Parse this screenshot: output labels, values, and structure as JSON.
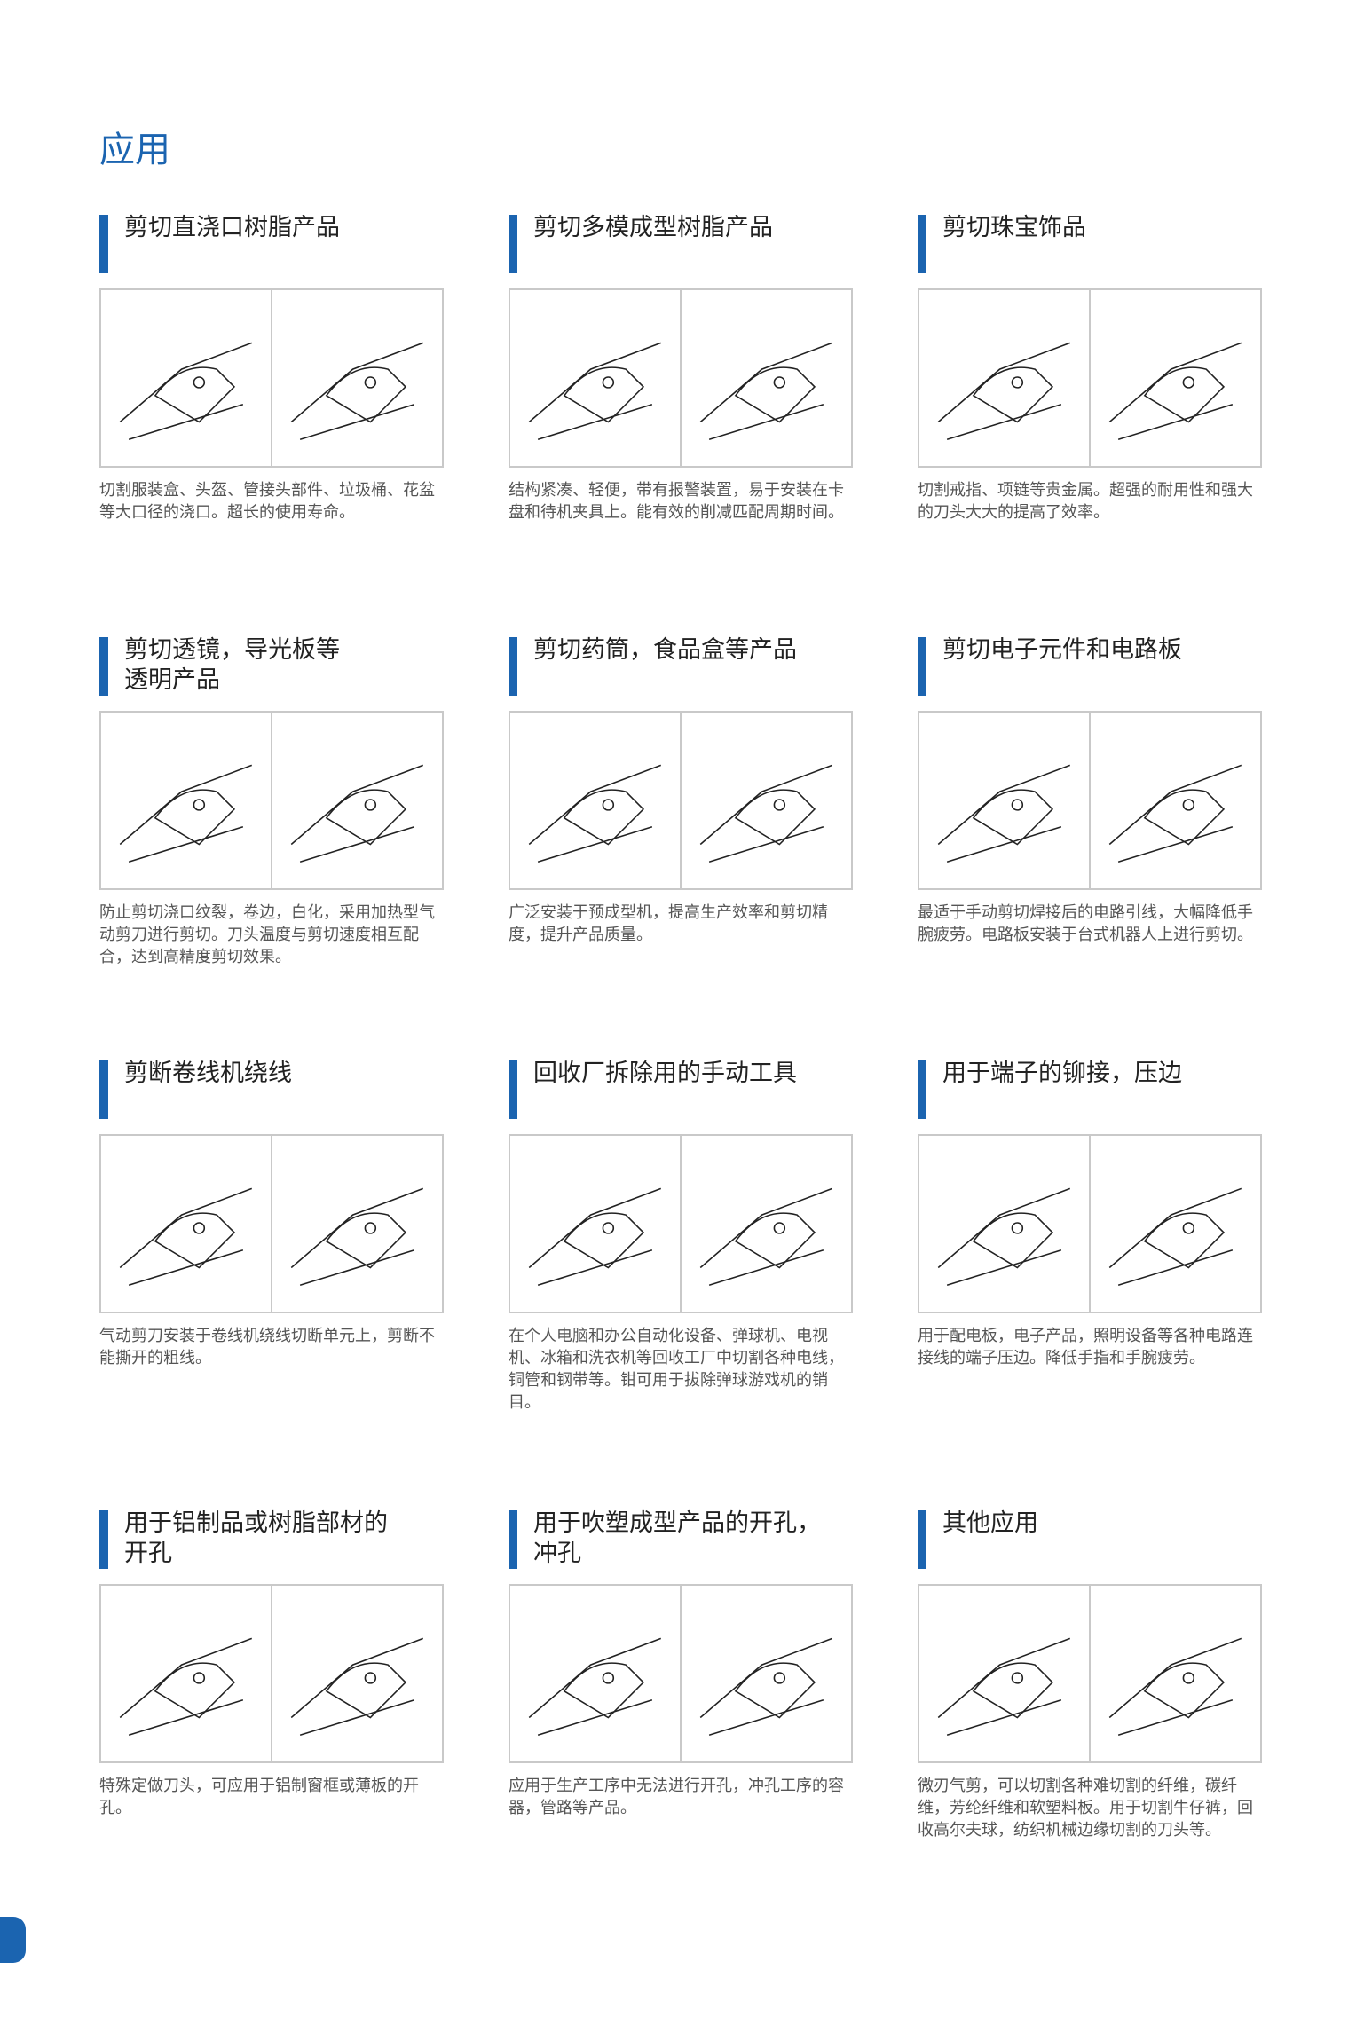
{
  "page_title": "应用",
  "cards": [
    {
      "title": "剪切直浇口树脂产品",
      "desc": "切割服装盒、头盔、管接头部件、垃圾桶、花盆等大口径的浇口。超长的使用寿命。"
    },
    {
      "title": "剪切多模成型树脂产品",
      "desc": "结构紧凑、轻便，带有报警装置，易于安装在卡盘和待机夹具上。能有效的削减匹配周期时间。"
    },
    {
      "title": "剪切珠宝饰品",
      "desc": "切割戒指、项链等贵金属。超强的耐用性和强大的刀头大大的提高了效率。"
    },
    {
      "title": "剪切透镜，导光板等\n透明产品",
      "desc": "防止剪切浇口纹裂，卷边，白化，采用加热型气动剪刀进行剪切。刀头温度与剪切速度相互配合，达到高精度剪切效果。"
    },
    {
      "title": "剪切药筒，食品盒等产品",
      "desc": "广泛安装于预成型机，提高生产效率和剪切精度，提升产品质量。"
    },
    {
      "title": "剪切电子元件和电路板",
      "desc": "最适于手动剪切焊接后的电路引线，大幅降低手腕疲劳。电路板安装于台式机器人上进行剪切。"
    },
    {
      "title": "剪断卷线机绕线",
      "desc": "气动剪刀安装于卷线机绕线切断单元上，剪断不能撕开的粗线。"
    },
    {
      "title": "回收厂拆除用的手动工具",
      "desc": "在个人电脑和办公自动化设备、弹球机、电视机、冰箱和洗衣机等回收工厂中切割各种电线，铜管和钢带等。钳可用于拔除弹球游戏机的销目。"
    },
    {
      "title": "用于端子的铆接，压边",
      "desc": "用于配电板，电子产品，照明设备等各种电路连接线的端子压边。降低手指和手腕疲劳。"
    },
    {
      "title": "用于铝制品或树脂部材的\n开孔",
      "desc": "特殊定做刀头，可应用于铝制窗框或薄板的开孔。"
    },
    {
      "title": "用于吹塑成型产品的开孔，\n冲孔",
      "desc": "应用于生产工序中无法进行开孔，冲孔工序的容器，管路等产品。"
    },
    {
      "title": "其他应用",
      "desc": "微刃气剪，可以切割各种难切割的纤维，碳纤维，芳纶纤维和软塑料板。用于切割牛仔裤，回收高尔夫球，纺织机械边缘切割的刀头等。"
    }
  ]
}
